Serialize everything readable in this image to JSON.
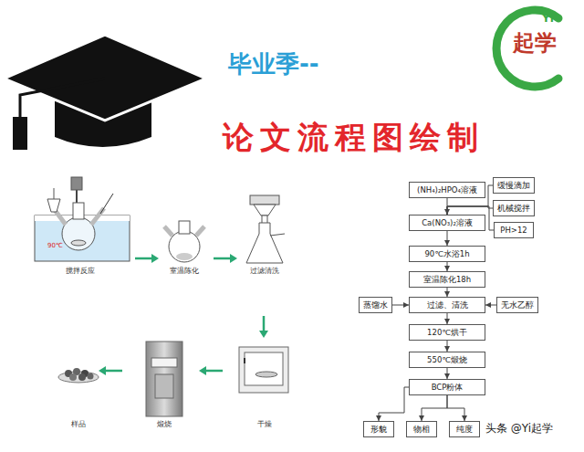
{
  "diagram": {
    "title": "论文流程图绘制",
    "nodes": [
      {
        "text": [
          "(NH₄)₂HPO₄溶液"
        ]
      },
      {
        "text": [
          "缓慢滴加"
        ]
      },
      {
        "text": [
          "机械搅拌"
        ]
      },
      {
        "text": [
          "PH>12"
        ]
      },
      {
        "text": [
          "Ca(NO₃)₂溶液"
        ]
      },
      {
        "text": [
          "90℃水浴1h"
        ]
      },
      {
        "text": [
          "室温陈化18h"
        ]
      },
      {
        "text": [
          "蒸馏水"
        ]
      },
      {
        "text": [
          "过滤、清洗"
        ]
      },
      {
        "text": [
          "无水乙醇"
        ]
      },
      {
        "text": [
          "120℃烘干"
        ]
      },
      {
        "text": [
          "550℃煅烧"
        ]
      },
      {
        "text": [
          "BCP粉体"
        ]
      },
      {
        "text": [
          "形貌"
        ]
      },
      {
        "text": [
          "物相"
        ]
      },
      {
        "text": [
          "纯度"
        ]
      }
    ],
    "edges": [
      {
        "from": 0,
        "to": 4,
        "arrow": "to"
      },
      {
        "from": 1,
        "to": 4,
        "arrow": "none"
      },
      {
        "from": 2,
        "to": 4,
        "arrow": "none"
      },
      {
        "from": 3,
        "to": 4,
        "arrow": "none"
      },
      {
        "from": 4,
        "to": 5,
        "arrow": "to"
      },
      {
        "from": 5,
        "to": 6,
        "arrow": "to"
      },
      {
        "from": 6,
        "to": 8,
        "arrow": "to"
      },
      {
        "from": 7,
        "to": 8,
        "arrow": "to"
      },
      {
        "from": 9,
        "to": 8,
        "arrow": "to"
      },
      {
        "from": 8,
        "to": 10,
        "arrow": "to"
      },
      {
        "from": 10,
        "to": 11,
        "arrow": "to"
      },
      {
        "from": 11,
        "to": 12,
        "arrow": "to"
      },
      {
        "from": 12,
        "to": 13,
        "arrow": "to"
      },
      {
        "from": 12,
        "to": 14,
        "arrow": "to"
      },
      {
        "from": 12,
        "to": 15,
        "arrow": "to"
      }
    ],
    "labels": [
      "毕业季--",
      "Yi",
      "起学",
      "90℃",
      "搅拌反应",
      "室温陈化",
      "过滤清洗",
      "干燥",
      "煅烧",
      "样品",
      "头条 @Yi起学"
    ]
  }
}
